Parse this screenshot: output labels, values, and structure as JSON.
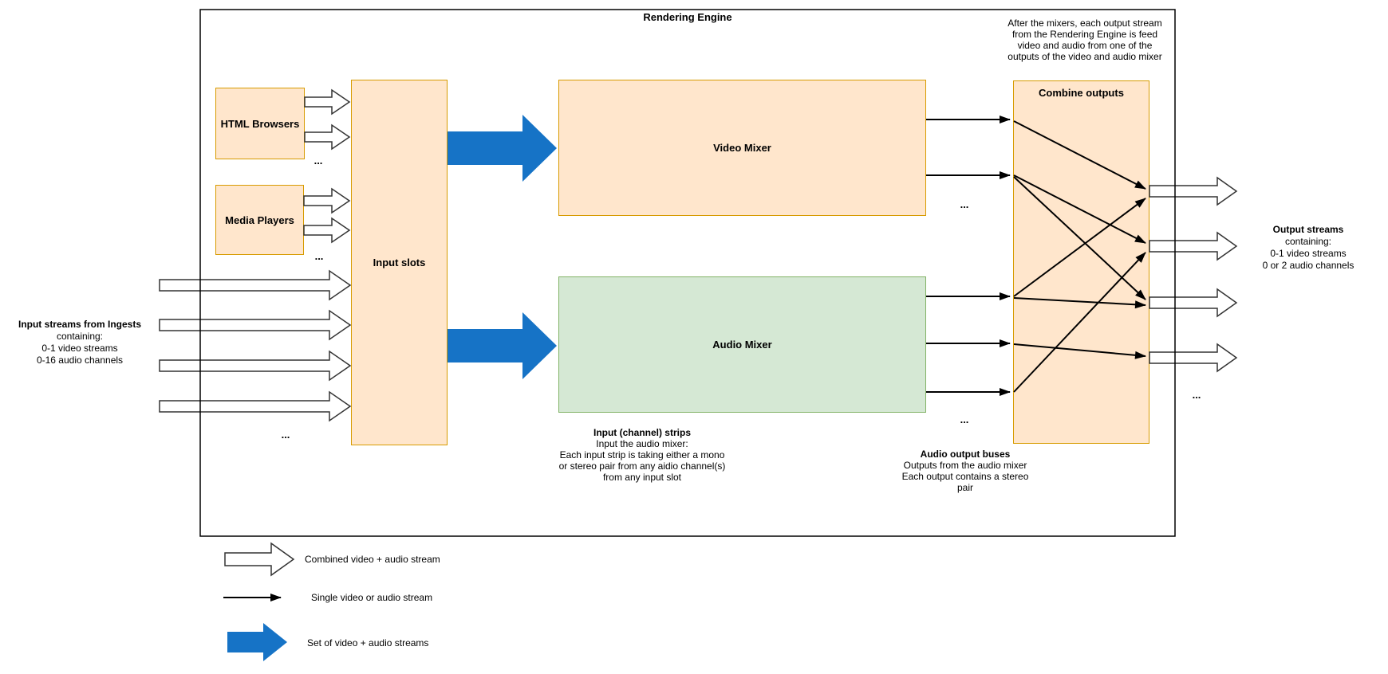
{
  "title": "Rendering Engine",
  "colors": {
    "box_fill_orange": "#FFE6CC",
    "box_border_orange": "#D79B00",
    "box_fill_green": "#D5E8D4",
    "box_border_green": "#82B366",
    "blue_arrow": "#1673C6",
    "line_black": "#000000"
  },
  "boxes": {
    "html_browsers": "HTML Browsers",
    "media_players": "Media Players",
    "input_slots": "Input slots",
    "video_mixer": "Video Mixer",
    "audio_mixer": "Audio Mixer",
    "combine_outputs": "Combine outputs"
  },
  "notes": {
    "after_mixers": [
      "After the mixers, each output stream",
      "from the Rendering Engine is feed",
      "video and audio from one of the",
      "outputs of the video and audio mixer"
    ],
    "input_streams": [
      "Input streams from Ingests",
      "containing:",
      "0-1 video streams",
      "0-16 audio channels"
    ],
    "output_streams": [
      "Output streams",
      "containing:",
      "0-1 video streams",
      "0 or 2 audio channels"
    ],
    "channel_strips": [
      "Input (channel) strips",
      "Input  the audio mixer:",
      "Each input strip is taking either a mono",
      "or stereo pair from any aidio channel(s)",
      "from any input slot"
    ],
    "audio_buses": [
      "Audio output buses",
      "Outputs from the audio mixer",
      "Each output contains a stereo",
      "pair"
    ]
  },
  "legend": [
    {
      "label": "Combined video + audio stream"
    },
    {
      "label": "Single video or audio stream"
    },
    {
      "label": "Set of video + audio streams"
    }
  ],
  "ellipsis": "..."
}
